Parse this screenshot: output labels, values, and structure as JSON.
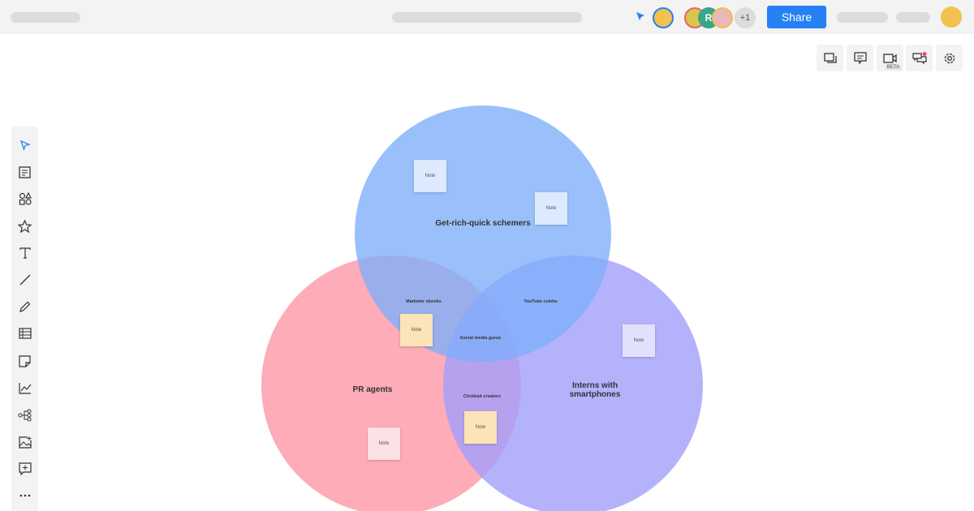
{
  "header": {
    "share_label": "Share",
    "extra_collaborators": "+1",
    "collaborator_initial": "R"
  },
  "right_toolbar": {
    "video_badge": "BETA"
  },
  "venn": {
    "sets": [
      {
        "label": "Get-rich-quick schemers",
        "color": "#8ab6fa"
      },
      {
        "label": "PR agents",
        "color": "#fd9dab"
      },
      {
        "label": "Interns with smartphones",
        "color": "#a9a5fb"
      }
    ],
    "intersections": {
      "blue_red": "Marketer ebooks",
      "blue_purple": "YouTube celebs",
      "all": "Social media gurus",
      "red_purple": "Clickbait creators"
    },
    "note_label": "Note"
  }
}
